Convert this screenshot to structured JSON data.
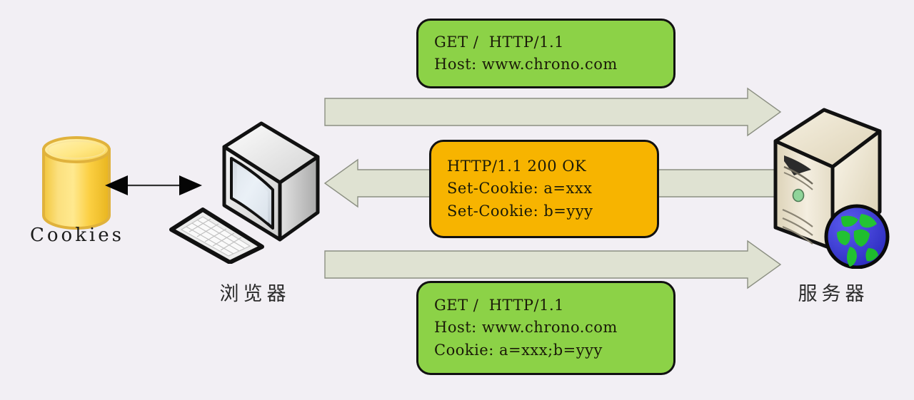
{
  "diagram": {
    "title": "HTTP Cookie exchange between browser and server",
    "background_color": "#f2eff4"
  },
  "nodes": {
    "cookie_store": {
      "label": "Cookies",
      "icon": "database-cylinder-icon",
      "color": "#f7d24a"
    },
    "browser": {
      "label": "浏览器",
      "icon": "crt-monitor-icon",
      "color": "#e8e8e8"
    },
    "server": {
      "label": "服务器",
      "icon": "server-tower-icon",
      "color": "#e6ddc4"
    }
  },
  "messages": [
    {
      "id": "request-top",
      "kind": "request",
      "color": "#8cd247",
      "direction": "browser-to-server",
      "lines": [
        "GET /  HTTP/1.1",
        "Host: www.chrono.com"
      ]
    },
    {
      "id": "response",
      "kind": "response",
      "color": "#f7b400",
      "direction": "server-to-browser",
      "lines": [
        "HTTP/1.1 200 OK",
        "Set-Cookie: a=xxx",
        "Set-Cookie: b=yyy"
      ]
    },
    {
      "id": "request-bottom",
      "kind": "request",
      "color": "#8cd247",
      "direction": "browser-to-server",
      "lines": [
        "GET /  HTTP/1.1",
        "Host: www.chrono.com",
        "Cookie: a=xxx;b=yyy"
      ]
    }
  ],
  "arrows": {
    "flow_fill": "#dfe2d2",
    "flow_stroke": "#8b8f82",
    "link_color": "#111111"
  }
}
